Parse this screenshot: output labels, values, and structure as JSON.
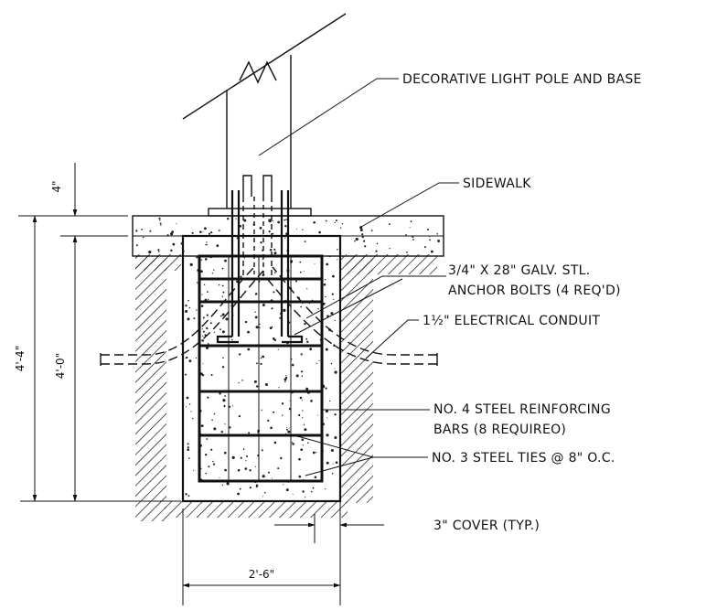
{
  "labels": {
    "pole": "DECORATIVE LIGHT POLE AND BASE",
    "sidewalk": "SIDEWALK",
    "bolts_line1": "3/4\" X 28\" GALV. STL.",
    "bolts_line2": "ANCHOR BOLTS (4 REQ'D)",
    "conduit": "1½\" ELECTRICAL CONDUIT",
    "rebar_line1": "NO. 4 STEEL REINFORCING",
    "rebar_line2": "BARS (8 REQUIREO)",
    "ties": "NO. 3 STEEL TIES @ 8\" O.C.",
    "cover": "3\" COVER (TYP.)"
  },
  "dimensions": {
    "top": "4\"",
    "total_depth": "4'-4\"",
    "footing_depth": "4'-0\"",
    "width": "2'-6\""
  },
  "colors": {
    "line": "#111111",
    "background": "#ffffff"
  }
}
